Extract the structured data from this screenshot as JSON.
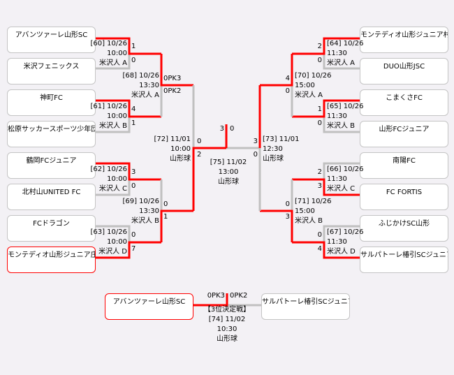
{
  "left_teams": [
    "アバンツァーレ山形SC",
    "米沢フェニックス",
    "神町FC",
    "松原サッカースポーツ少年団",
    "鶴岡FCジュニア",
    "北村山UNITED FC",
    "FCドラゴン",
    "モンテディオ山形ジュニア庄内"
  ],
  "right_teams": [
    "モンテディオ山形ジュニア村山",
    "DUO山形JSC",
    "こまくさFC",
    "山形FCジュニア",
    "南陽FC",
    "FC FORTIS",
    "ふじかけSC山形",
    "サルパトーレ椿引SCジュニア"
  ],
  "matches": {
    "m60": {
      "id": "[60] 10/26",
      "time": "10:00",
      "venue": "米沢人 A",
      "s1": "1",
      "s2": "0"
    },
    "m61": {
      "id": "[61] 10/26",
      "time": "10:00",
      "venue": "米沢人 B",
      "s1": "4",
      "s2": "1"
    },
    "m62": {
      "id": "[62] 10/26",
      "time": "10:00",
      "venue": "米沢人 C",
      "s1": "3",
      "s2": "0"
    },
    "m63": {
      "id": "[63] 10/26",
      "time": "10:00",
      "venue": "米沢人 D",
      "s1": "0",
      "s2": "7"
    },
    "m64": {
      "id": "[64] 10/26",
      "time": "11:30",
      "venue": "米沢人 A",
      "s1": "2",
      "s2": "0"
    },
    "m65": {
      "id": "[65] 10/26",
      "time": "11:30",
      "venue": "米沢人 B",
      "s1": "1",
      "s2": "0"
    },
    "m66": {
      "id": "[66] 10/26",
      "time": "11:30",
      "venue": "米沢人 C",
      "s1": "2",
      "s2": "3"
    },
    "m67": {
      "id": "[67] 10/26",
      "time": "11:30",
      "venue": "米沢人 D",
      "s1": "0",
      "s2": "4"
    },
    "m68": {
      "id": "[68] 10/26",
      "time": "13:30",
      "venue": "米沢人 A",
      "s1": "0PK3",
      "s2": "0PK2"
    },
    "m69": {
      "id": "[69] 10/26",
      "time": "13:30",
      "venue": "米沢人 B",
      "s1": "0",
      "s2": "1"
    },
    "m70": {
      "id": "[70] 10/26",
      "time": "15:00",
      "venue": "米沢人 A",
      "s1": "4",
      "s2": "0"
    },
    "m71": {
      "id": "[71] 10/26",
      "time": "15:00",
      "venue": "米沢人 B",
      "s1": "0",
      "s2": "3"
    },
    "m72": {
      "id": "[72] 11/01",
      "time": "10:00",
      "venue": "山形球",
      "s1": "0",
      "s2": "2"
    },
    "m73": {
      "id": "[73] 11/01",
      "time": "12:30",
      "venue": "山形球",
      "s1": "3",
      "s2": "0"
    },
    "m75": {
      "id": "[75] 11/02",
      "time": "13:00",
      "venue": "山形球",
      "s1": "3",
      "s2": "0"
    }
  },
  "third_place": {
    "title": "【3位決定戦】",
    "id": "[74] 11/02",
    "time": "10:30",
    "venue": "山形球",
    "team1": "アバンツァーレ山形SC",
    "team2": "サルパトーレ椿引SCジュニア",
    "s1": "0PK3",
    "s2": "0PK2"
  },
  "colors": {
    "win_line": "#ff0000",
    "line": "#c0c0c0",
    "background": "#f3f1f5"
  }
}
